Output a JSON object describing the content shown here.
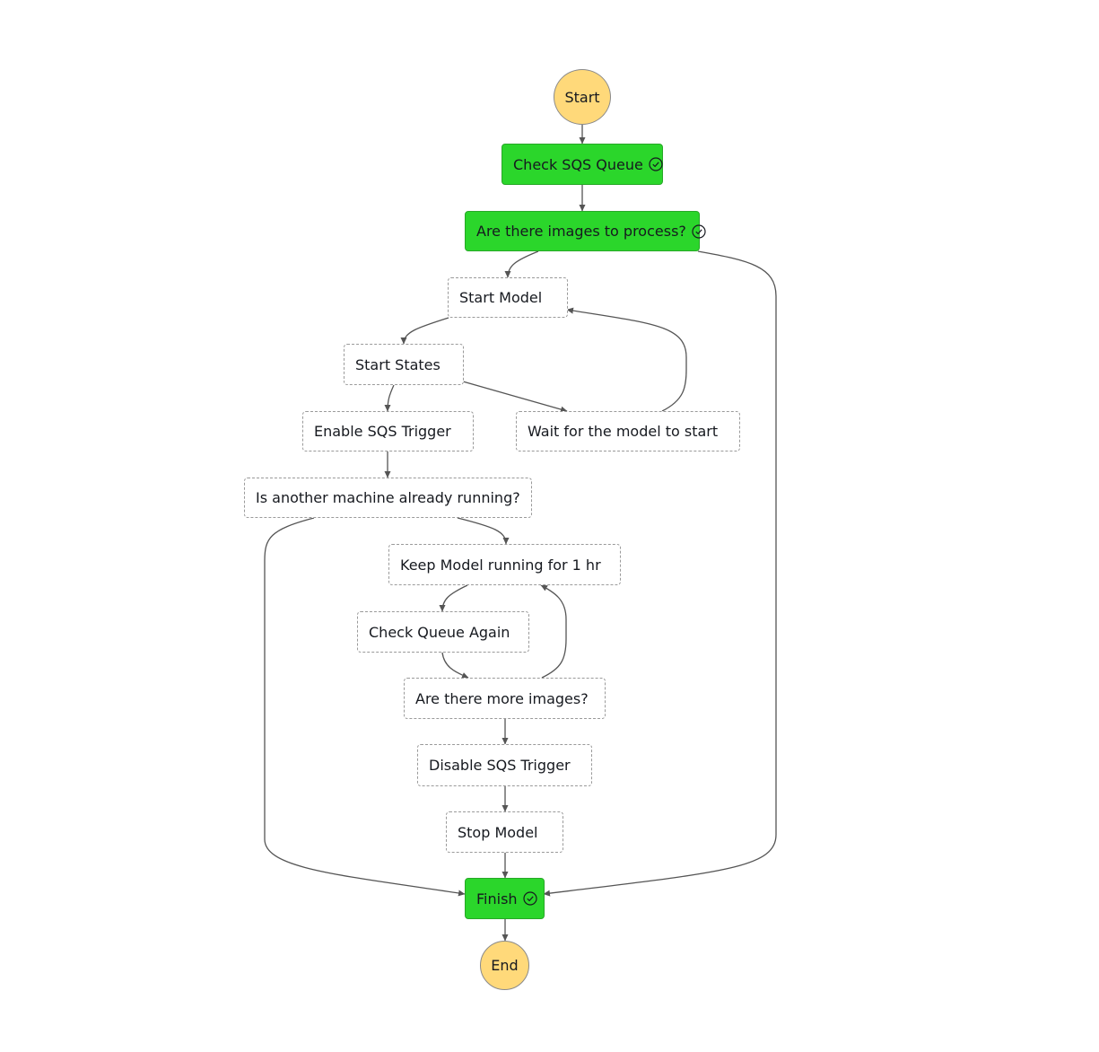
{
  "diagram": {
    "type": "state-machine",
    "colors": {
      "succeeded": "#2bd62b",
      "terminal": "#ffd97a",
      "pending_border": "#9a9a9a",
      "edge": "#555555"
    },
    "nodes": {
      "start": {
        "label": "Start",
        "kind": "terminal"
      },
      "check_sqs": {
        "label": "Check SQS Queue",
        "status": "succeeded",
        "icon": "check-circle-icon"
      },
      "images_to_process": {
        "label": "Are there images to process?",
        "status": "succeeded",
        "icon": "check-circle-icon"
      },
      "start_model": {
        "label": "Start Model",
        "status": "pending"
      },
      "start_states": {
        "label": "Start States",
        "status": "pending"
      },
      "enable_trigger": {
        "label": "Enable SQS Trigger",
        "status": "pending"
      },
      "wait_model": {
        "label": "Wait for the model to start",
        "status": "pending"
      },
      "another_machine": {
        "label": "Is another machine already running?",
        "status": "pending"
      },
      "keep_model": {
        "label": "Keep Model running for 1 hr",
        "status": "pending"
      },
      "check_queue_again": {
        "label": "Check Queue Again",
        "status": "pending"
      },
      "more_images": {
        "label": "Are there more images?",
        "status": "pending"
      },
      "disable_trigger": {
        "label": "Disable SQS Trigger",
        "status": "pending"
      },
      "stop_model": {
        "label": "Stop Model",
        "status": "pending"
      },
      "finish": {
        "label": "Finish",
        "status": "succeeded",
        "icon": "check-circle-icon"
      },
      "end": {
        "label": "End",
        "kind": "terminal"
      }
    },
    "edges": [
      [
        "start",
        "check_sqs"
      ],
      [
        "check_sqs",
        "images_to_process"
      ],
      [
        "images_to_process",
        "start_model"
      ],
      [
        "images_to_process",
        "finish"
      ],
      [
        "start_model",
        "start_states"
      ],
      [
        "start_states",
        "enable_trigger"
      ],
      [
        "start_states",
        "wait_model"
      ],
      [
        "wait_model",
        "start_model"
      ],
      [
        "enable_trigger",
        "another_machine"
      ],
      [
        "another_machine",
        "keep_model"
      ],
      [
        "another_machine",
        "finish"
      ],
      [
        "keep_model",
        "check_queue_again"
      ],
      [
        "check_queue_again",
        "more_images"
      ],
      [
        "more_images",
        "keep_model"
      ],
      [
        "more_images",
        "disable_trigger"
      ],
      [
        "disable_trigger",
        "stop_model"
      ],
      [
        "stop_model",
        "finish"
      ],
      [
        "finish",
        "end"
      ]
    ]
  }
}
